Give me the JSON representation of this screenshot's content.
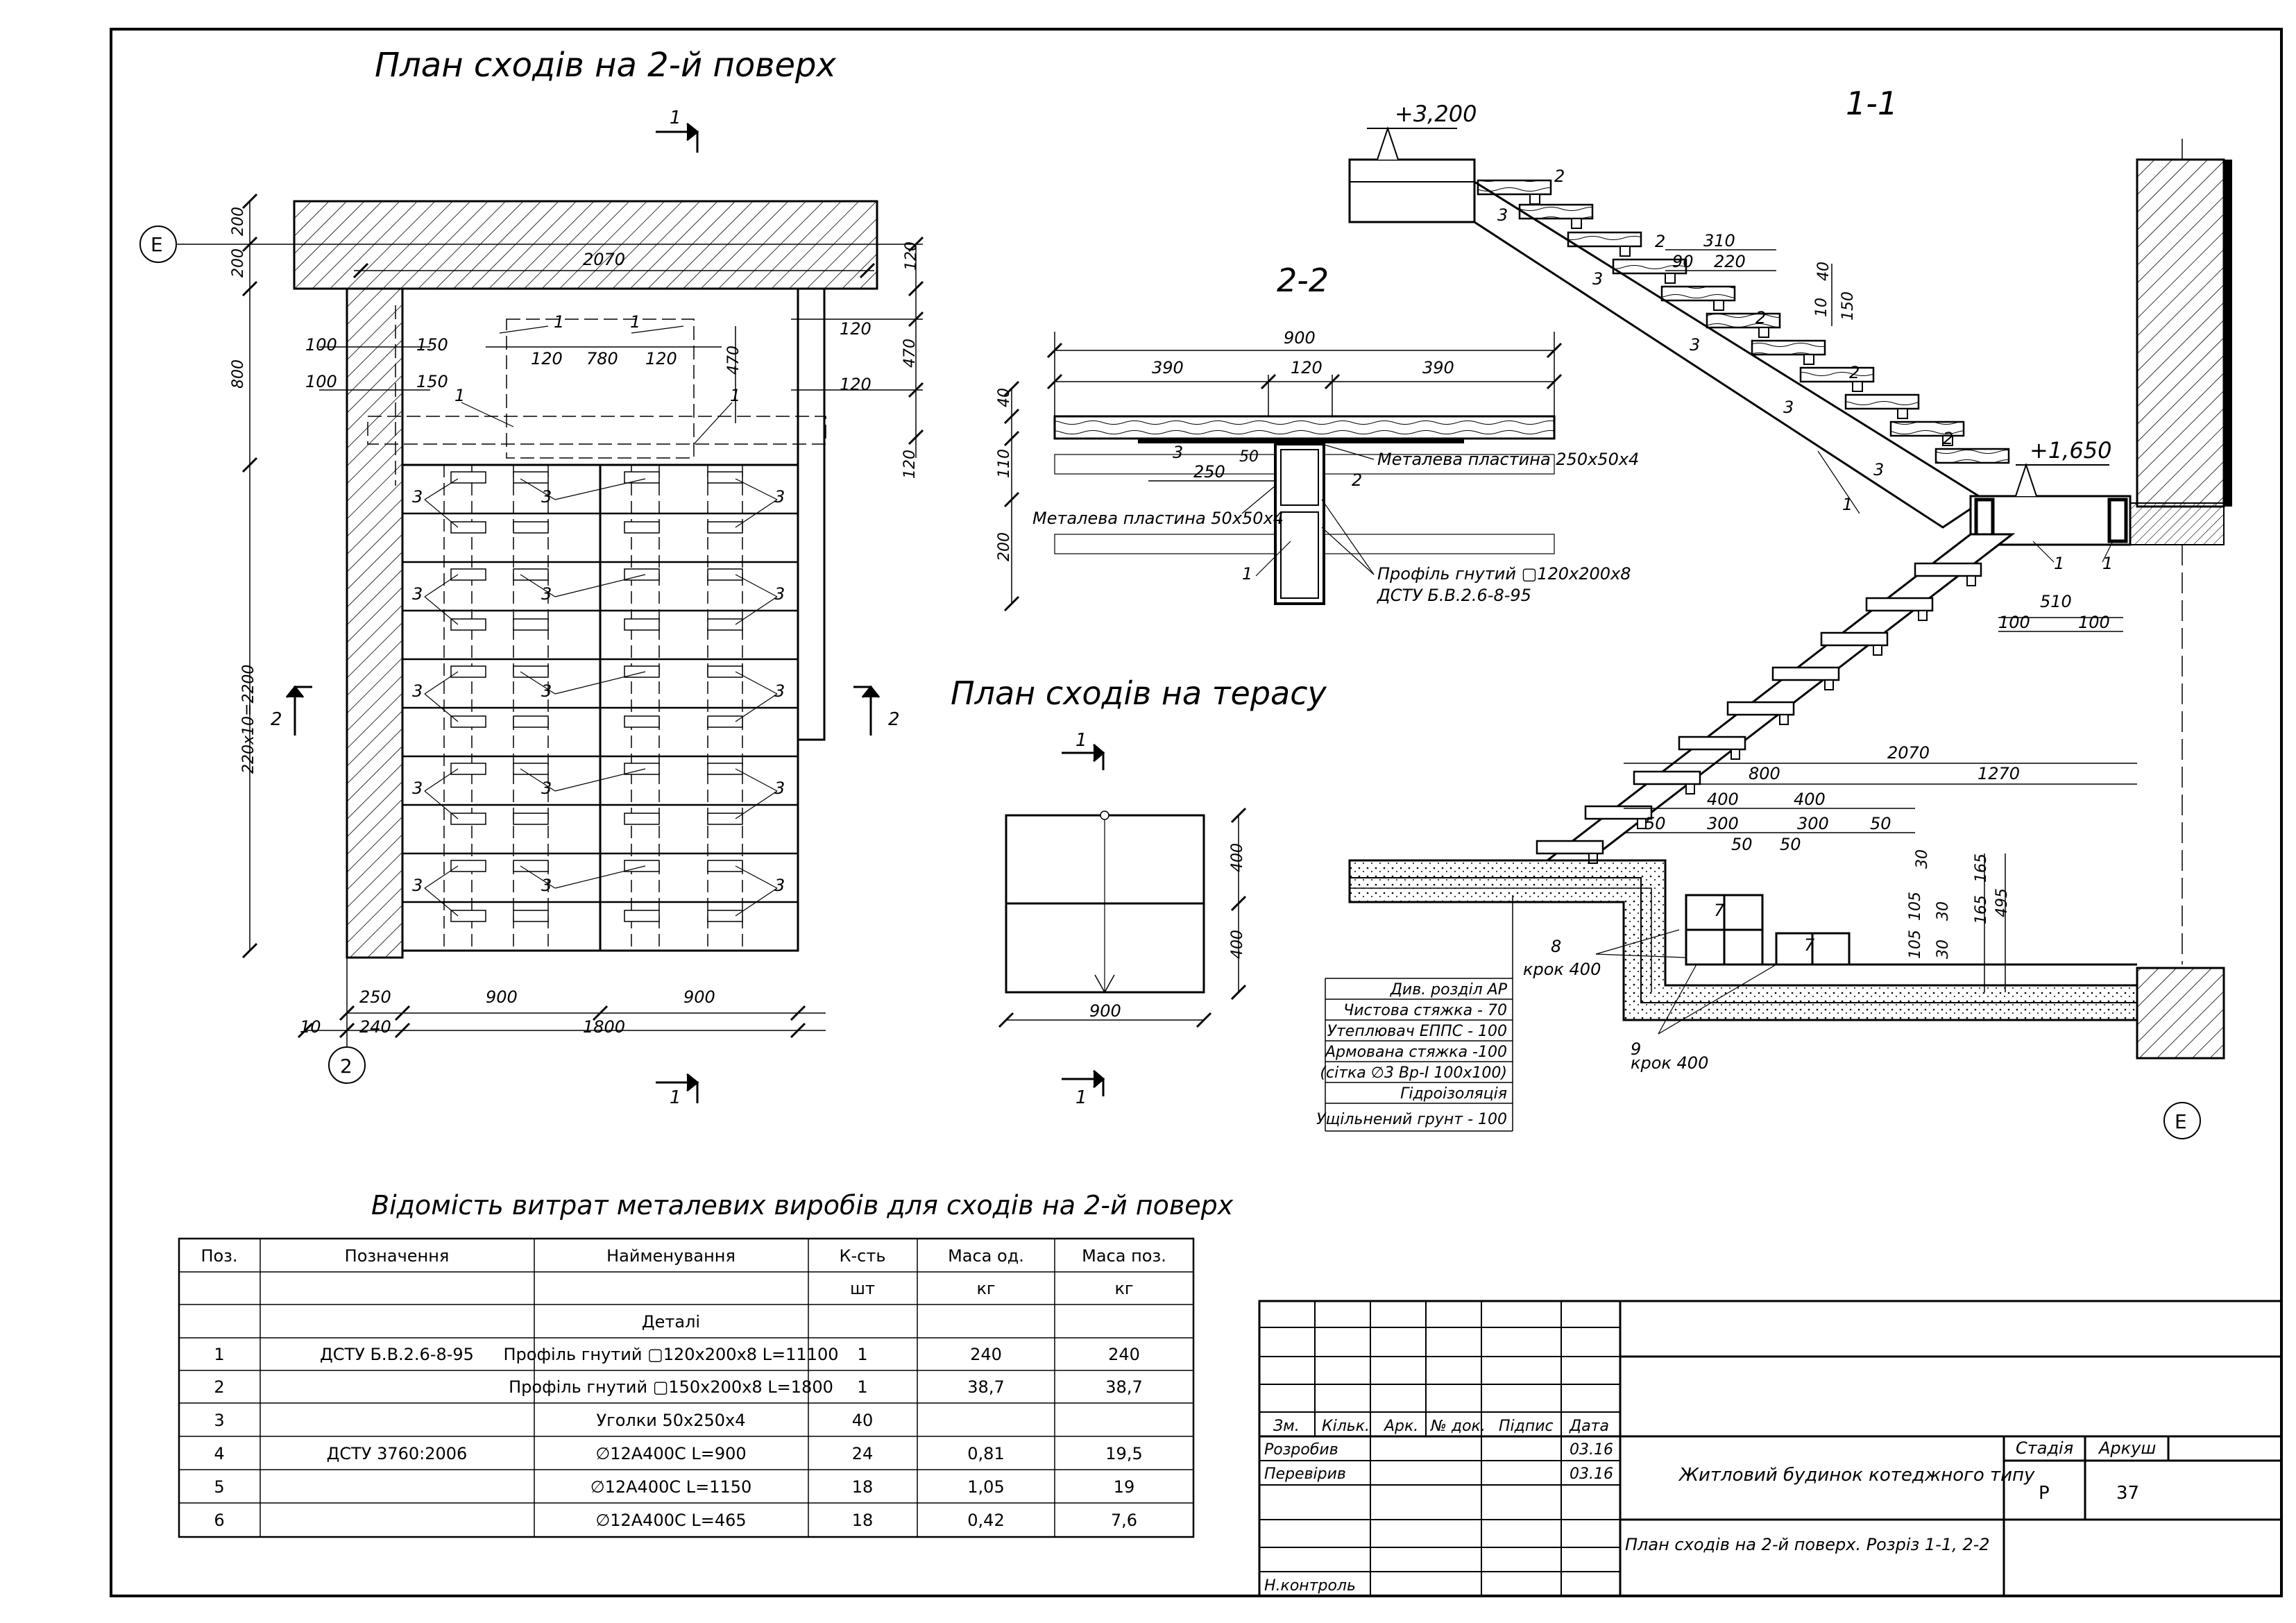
{
  "titles": {
    "plan_2nd_floor": "План сходів на 2-й поверх",
    "plan_terrace": "План сходів на терасу",
    "section_1_1": "1-1",
    "section_2_2": "2-2",
    "table_title": "Відомість витрат металевих виробів для сходів на 2-й поверх"
  },
  "plan": {
    "axis_e": "Е",
    "axis_2": "2",
    "section_mark": "1",
    "section_mark_2": "2",
    "dim_2070": "2070",
    "dim_200a": "200",
    "dim_200b": "200",
    "dim_800": "800",
    "dim_220x10": "220х10=2200",
    "dim_120a": "120",
    "dim_120b": "120",
    "dim_120c": "120",
    "dim_120d": "120",
    "dim_470a": "470",
    "dim_470b": "470",
    "dim_100a": "100",
    "dim_100b": "100",
    "dim_150a": "150",
    "dim_150b": "150",
    "dim_120e": "120",
    "dim_780": "780",
    "dim_120f": "120",
    "dim_250": "250",
    "dim_900a": "900",
    "dim_900b": "900",
    "dim_10": "10",
    "dim_240": "240",
    "dim_1800": "1800",
    "callout_1": "1",
    "callout_3": "3"
  },
  "section22": {
    "dim_900": "900",
    "dim_390a": "390",
    "dim_120": "120",
    "dim_390b": "390",
    "dim_40": "40",
    "dim_110": "110",
    "dim_200": "200",
    "dim_250": "250",
    "dim_50": "50",
    "label_plate_250": "Металева пластина 250х50х4",
    "label_plate_50": "Металева пластина 50х50х4",
    "label_profile": "Профіль гнутий ▢120х200х8",
    "label_dstu": "ДСТУ Б.В.2.6-8-95",
    "c1": "1",
    "c2": "2",
    "c3": "3"
  },
  "terrace": {
    "dim_400a": "400",
    "dim_400b": "400",
    "dim_900": "900",
    "mark": "1"
  },
  "section11": {
    "level_top": "+3,200",
    "level_mid": "+1,650",
    "dim_310": "310",
    "dim_90": "90",
    "dim_220": "220",
    "dim_40": "40",
    "dim_10": "10",
    "dim_150": "150",
    "dim_510": "510",
    "dim_100a": "100",
    "dim_100b": "100",
    "dim_2070": "2070",
    "dim_800": "800",
    "dim_1270": "1270",
    "dim_400a": "400",
    "dim_400b": "400",
    "dim_50a": "50",
    "dim_300a": "300",
    "dim_300b": "300",
    "dim_50b": "50",
    "dim_50c": "50",
    "dim_50d": "50",
    "dim_30a": "30",
    "dim_165a": "165",
    "dim_165b": "165",
    "dim_495": "495",
    "dim_105a": "105",
    "dim_105b": "105",
    "dim_30b": "30",
    "dim_30c": "30",
    "c1": "1",
    "c2": "2",
    "c3": "3",
    "c7": "7",
    "c8": "8",
    "c9": "9",
    "krok_a": "крок 400",
    "krok_b": "крок 400",
    "axis_e": "Е",
    "layers": [
      "Див. розділ АР",
      "Чистова стяжка - 70",
      "Утеплювач ЕППС - 100",
      "Армована стяжка -100",
      "(сітка ∅3 Вр-І 100х100)",
      "Гідроізоляція",
      "Ущільнений грунт - 100"
    ]
  },
  "table": {
    "headers": [
      "Поз.",
      "Позначення",
      "Найменування",
      "К-сть",
      "Маса од.",
      "Маса поз."
    ],
    "units": [
      "",
      "",
      "",
      "шт",
      "кг",
      "кг"
    ],
    "section": "Деталі",
    "rows": [
      [
        "1",
        "ДСТУ Б.В.2.6-8-95",
        "Профіль гнутий ▢120х200х8 L=11100",
        "1",
        "240",
        "240"
      ],
      [
        "2",
        "",
        "Профіль гнутий ▢150х200х8 L=1800",
        "1",
        "38,7",
        "38,7"
      ],
      [
        "3",
        "",
        "Уголки 50х250х4",
        "40",
        "",
        ""
      ],
      [
        "4",
        "ДСТУ 3760:2006",
        "∅12А400С L=900",
        "24",
        "0,81",
        "19,5"
      ],
      [
        "5",
        "",
        "∅12А400С L=1150",
        "18",
        "1,05",
        "19"
      ],
      [
        "6",
        "",
        "∅12А400С L=465",
        "18",
        "0,42",
        "7,6"
      ]
    ]
  },
  "stamp": {
    "col_headers": [
      "Зм.",
      "Кільк.",
      "Арк.",
      "№ док.",
      "Підпис",
      "Дата"
    ],
    "developed": "Розробив",
    "checked": "Перевірив",
    "norm_control": "Н.контроль",
    "date1": "03.16",
    "date2": "03.16",
    "project": "Житловий будинок котеджного типу",
    "stage_label": "Стадія",
    "sheet_label": "Аркуш",
    "stage": "Р",
    "sheet": "37",
    "drawing": "План сходів на 2-й поверх. Розріз 1-1, 2-2"
  }
}
